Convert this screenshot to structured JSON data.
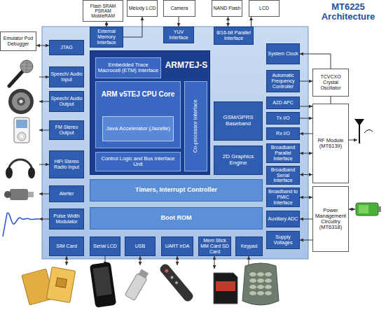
{
  "diagram": {
    "title": "MT6225 Architecture",
    "nodes": [
      {
        "text": [
          "Flash SRAM PSRAM MobileRAM"
        ]
      },
      {
        "text": [
          "Melody LCD"
        ]
      },
      {
        "text": [
          "Camera"
        ]
      },
      {
        "text": [
          "NAND Flash"
        ]
      },
      {
        "text": [
          "LCD"
        ]
      },
      {
        "text": [
          "Emulator Pod Debugger"
        ]
      },
      {
        "text": [
          "External Memory Interface"
        ]
      },
      {
        "text": [
          "YUV Interface"
        ]
      },
      {
        "text": [
          "8/16-bit Parallel Interface"
        ]
      },
      {
        "text": [
          "JTAG"
        ]
      },
      {
        "text": [
          "System Clock"
        ]
      },
      {
        "text": [
          "ARM7EJ-S"
        ]
      },
      {
        "text": [
          "Embedded Trace Macrocell (ETM) Interface"
        ],
        "in": 11
      },
      {
        "text": [
          "ARM v5TEJ CPU Core"
        ],
        "in": 11
      },
      {
        "text": [
          "Java Accelerator (Jazelle)"
        ],
        "in": 13
      },
      {
        "text": [
          "Control Logic and Bus Interface Unit"
        ],
        "in": 11
      },
      {
        "text": [
          "Co-processor Interface"
        ],
        "in": 11
      },
      {
        "text": [
          "TCVCXO Crystal Oscillator"
        ]
      },
      {
        "text": [
          "Automatic Frequency Controller"
        ]
      },
      {
        "text": [
          "Speech/ Audio Input"
        ]
      },
      {
        "text": [
          "Speech/ Audio Output"
        ]
      },
      {
        "text": [
          "GSM/GPRS Baseband"
        ]
      },
      {
        "text": [
          "A2D APC"
        ]
      },
      {
        "text": [
          "Tx I/O"
        ]
      },
      {
        "text": [
          "Rx I/O"
        ]
      },
      {
        "text": [
          "RF Module (MT6139)"
        ]
      },
      {
        "text": [
          "FM Stereo Output"
        ]
      },
      {
        "text": [
          "2D Graphics Engine"
        ]
      },
      {
        "text": [
          "Broadband Parallel Interface"
        ]
      },
      {
        "text": [
          "Broadband Serial Interface"
        ]
      },
      {
        "text": [
          "HiFi Stereo Radio Input"
        ]
      },
      {
        "text": [
          "Timers, Interrupt Controller"
        ]
      },
      {
        "text": [
          "Broadband to PMIC Interface"
        ]
      },
      {
        "text": [
          "Power Management Circuitry (MT6318)"
        ]
      },
      {
        "text": [
          "Alerter"
        ]
      },
      {
        "text": [
          "Auxiliary ADC"
        ]
      },
      {
        "text": [
          "Pulse Width Modulator"
        ]
      },
      {
        "text": [
          "Boot ROM"
        ]
      },
      {
        "text": [
          "Supply Voltages"
        ]
      },
      {
        "text": [
          "SIM Card"
        ]
      },
      {
        "text": [
          "Serial LCD"
        ]
      },
      {
        "text": [
          "USB"
        ]
      },
      {
        "text": [
          "UART IrDA"
        ]
      },
      {
        "text": [
          "Mem Stick MM Card SD Card"
        ]
      },
      {
        "text": [
          "Keypad"
        ]
      }
    ],
    "edges": [
      {
        "from": 0,
        "to": 6,
        "arrow": "both"
      },
      {
        "from": 6,
        "to": 1,
        "arrow": "to"
      },
      {
        "from": 2,
        "to": 7,
        "arrow": "to"
      },
      {
        "from": 3,
        "to": 8,
        "arrow": "both"
      },
      {
        "from": 8,
        "to": 4,
        "arrow": "to"
      },
      {
        "from": 5,
        "to": 9,
        "arrow": "both"
      },
      {
        "from": 17,
        "to": 10,
        "arrow": "to"
      },
      {
        "from": 18,
        "to": 17,
        "arrow": "to"
      },
      {
        "from": 17,
        "to": 25,
        "arrow": "none"
      },
      {
        "from": 22,
        "to": 25,
        "arrow": "to"
      },
      {
        "from": 23,
        "to": 25,
        "arrow": "to"
      },
      {
        "from": 25,
        "to": 24,
        "arrow": "to"
      },
      {
        "from": 28,
        "to": 25,
        "arrow": "both"
      },
      {
        "from": 29,
        "to": 25,
        "arrow": "both"
      },
      {
        "from": 32,
        "to": 33,
        "arrow": "both"
      },
      {
        "from": 33,
        "to": 35,
        "arrow": "to"
      },
      {
        "from": 33,
        "to": 38,
        "arrow": "to"
      }
    ]
  }
}
